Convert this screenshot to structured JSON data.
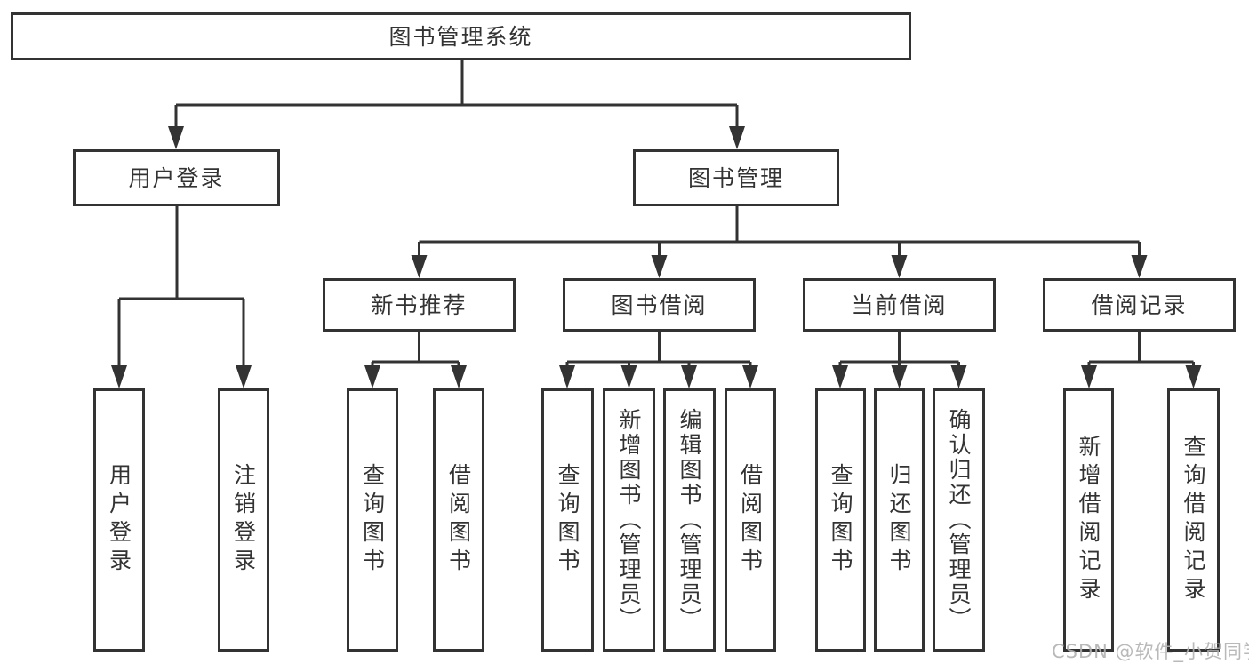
{
  "diagram": {
    "type": "hierarchy-tree",
    "root": {
      "label": "图书管理系统"
    },
    "level2": [
      {
        "label": "用户登录",
        "children": [
          "用户登录",
          "注销登录"
        ]
      },
      {
        "label": "图书管理",
        "children": [
          "新书推荐",
          "图书借阅",
          "当前借阅",
          "借阅记录"
        ]
      }
    ],
    "level3": [
      {
        "label": "新书推荐",
        "parent": "图书管理",
        "children": [
          "查询图书",
          "借阅图书"
        ]
      },
      {
        "label": "图书借阅",
        "parent": "图书管理",
        "children": [
          "查询图书",
          "新增图书（管理员）",
          "编辑图书（管理员）",
          "借阅图书"
        ]
      },
      {
        "label": "当前借阅",
        "parent": "图书管理",
        "children": [
          "查询图书",
          "归还图书",
          "确认归还（管理员）"
        ]
      },
      {
        "label": "借阅记录",
        "parent": "图书管理",
        "children": [
          "新增借阅记录",
          "查询借阅记录"
        ]
      }
    ]
  },
  "watermark": {
    "text": "CSDN @软件_小贺同学",
    "color": "#b2b2b2"
  },
  "colors": {
    "line": "#333333",
    "text": "#333333",
    "background": "#ffffff"
  }
}
